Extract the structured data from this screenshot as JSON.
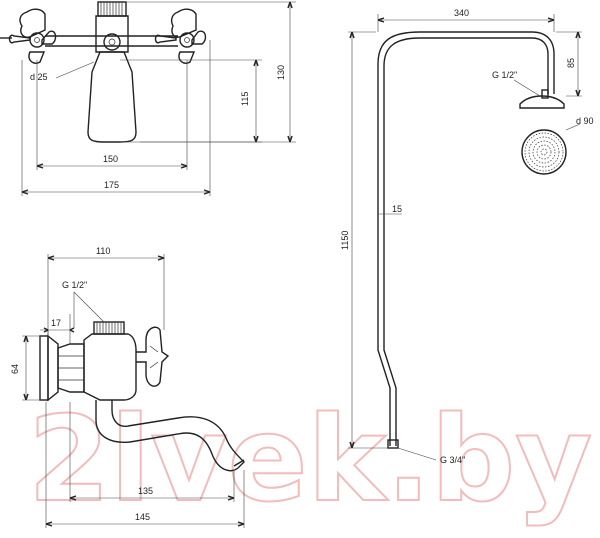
{
  "watermark": "2lvek.by",
  "top_left_view": {
    "diameter_label": "d 25",
    "dim_width_inner": "150",
    "dim_width_outer": "175",
    "dim_height_body": "115",
    "dim_height_total": "130"
  },
  "side_view": {
    "dim_top": "110",
    "thread_label": "G 1/2\"",
    "dim_offset": "17",
    "dim_height": "64",
    "dim_spout_inner": "135",
    "dim_spout_outer": "145"
  },
  "shower_column": {
    "dim_width": "340",
    "dim_head_drop": "85",
    "head_thread_label": "G 1/2\"",
    "head_diameter_label": "d 90",
    "pipe_diameter_label": "15",
    "dim_total_height": "1150",
    "base_thread_label": "G 3/4\""
  },
  "colors": {
    "line": "#222222",
    "watermark": "#f2bcbc"
  }
}
